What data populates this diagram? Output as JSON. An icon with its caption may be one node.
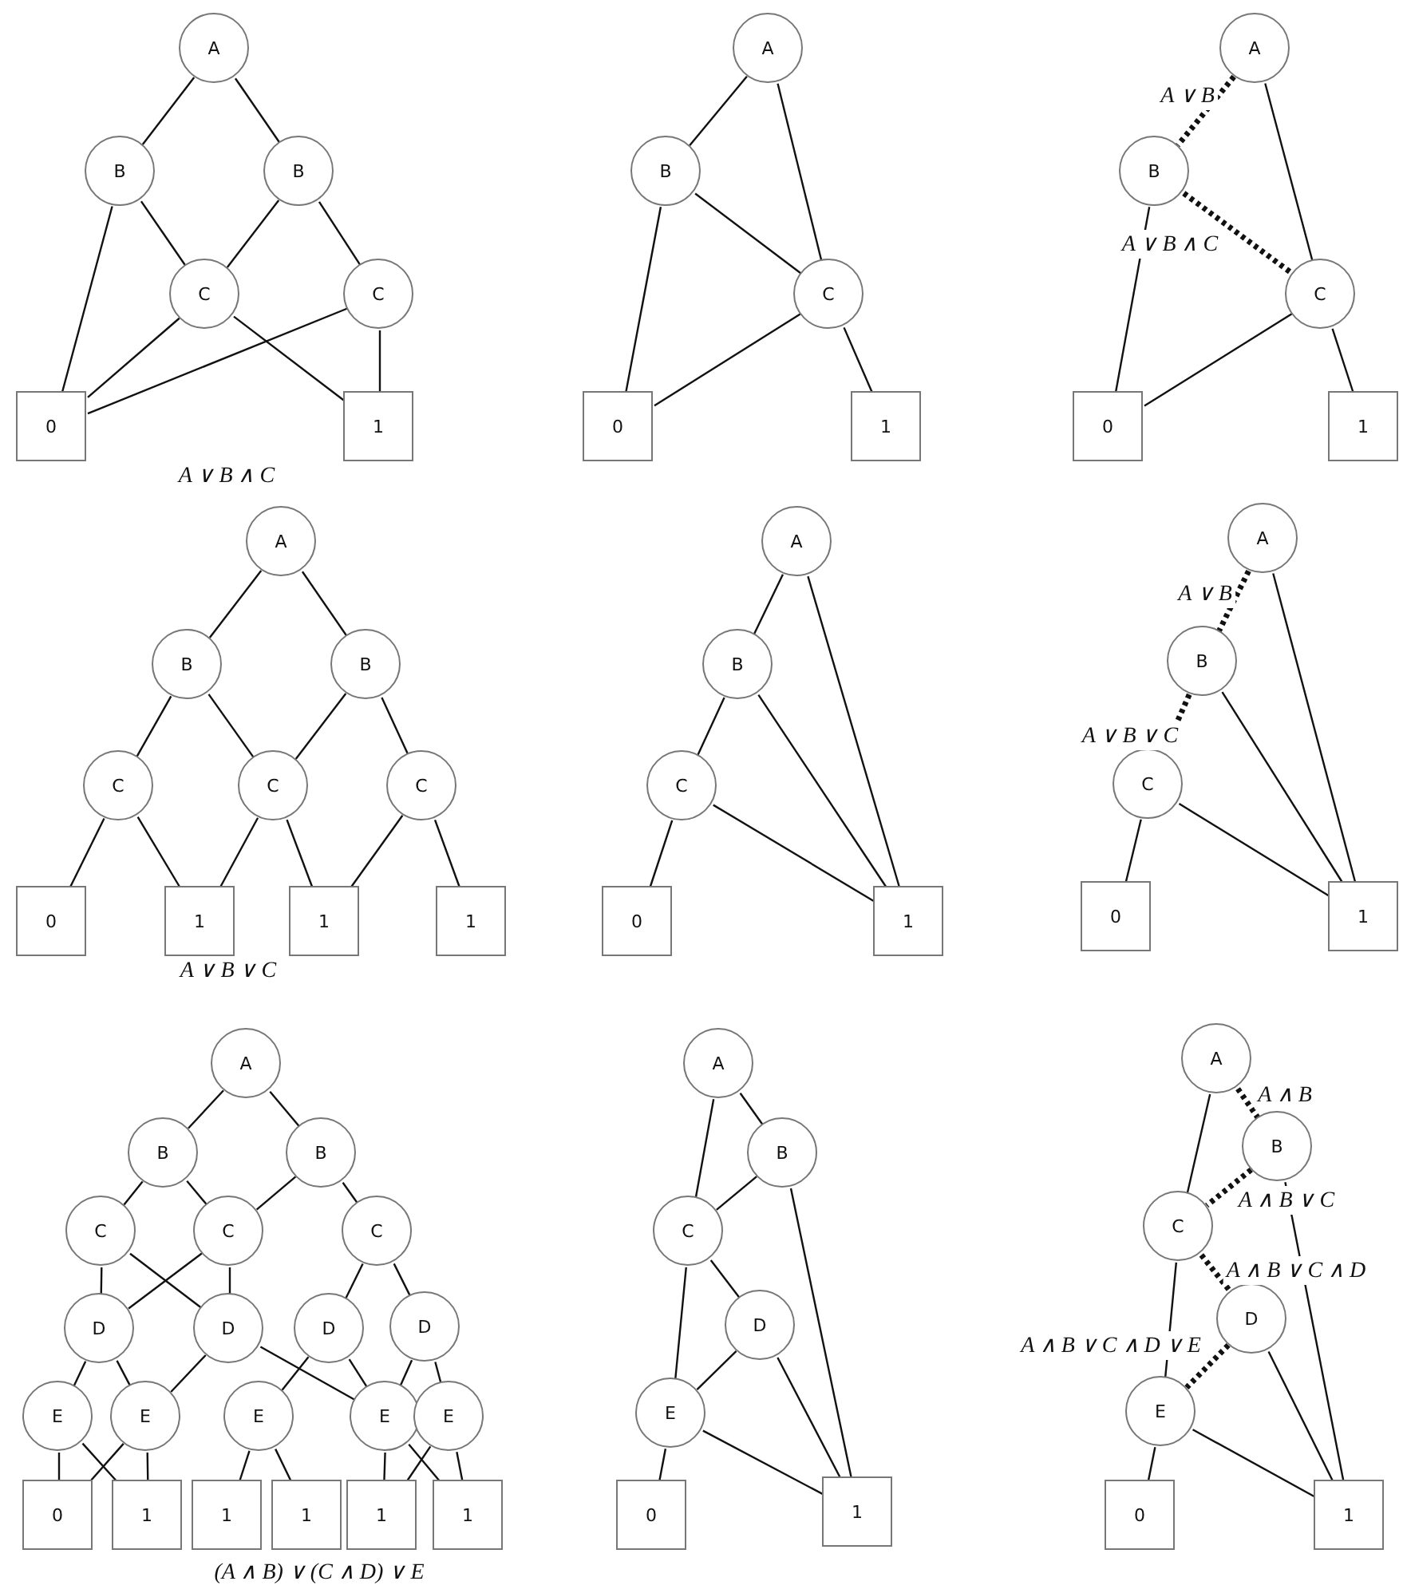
{
  "diagram": {
    "nodes": [
      {
        "text": [
          "A"
        ]
      },
      {
        "text": [
          "B"
        ]
      },
      {
        "text": [
          "B"
        ]
      },
      {
        "text": [
          "C"
        ]
      },
      {
        "text": [
          "C"
        ]
      },
      {
        "text": [
          "0"
        ]
      },
      {
        "text": [
          "1"
        ]
      },
      {
        "text": [
          "A"
        ]
      },
      {
        "text": [
          "B"
        ]
      },
      {
        "text": [
          "C"
        ]
      },
      {
        "text": [
          "0"
        ]
      },
      {
        "text": [
          "1"
        ]
      },
      {
        "text": [
          "A"
        ]
      },
      {
        "text": [
          "B"
        ]
      },
      {
        "text": [
          "C"
        ]
      },
      {
        "text": [
          "0"
        ]
      },
      {
        "text": [
          "1"
        ]
      },
      {
        "text": [
          "A"
        ]
      },
      {
        "text": [
          "B"
        ]
      },
      {
        "text": [
          "B"
        ]
      },
      {
        "text": [
          "C"
        ]
      },
      {
        "text": [
          "C"
        ]
      },
      {
        "text": [
          "C"
        ]
      },
      {
        "text": [
          "0"
        ]
      },
      {
        "text": [
          "1"
        ]
      },
      {
        "text": [
          "1"
        ]
      },
      {
        "text": [
          "1"
        ]
      },
      {
        "text": [
          "A"
        ]
      },
      {
        "text": [
          "B"
        ]
      },
      {
        "text": [
          "C"
        ]
      },
      {
        "text": [
          "0"
        ]
      },
      {
        "text": [
          "1"
        ]
      },
      {
        "text": [
          "A"
        ]
      },
      {
        "text": [
          "B"
        ]
      },
      {
        "text": [
          "C"
        ]
      },
      {
        "text": [
          "0"
        ]
      },
      {
        "text": [
          "1"
        ]
      },
      {
        "text": [
          "A"
        ]
      },
      {
        "text": [
          "B"
        ]
      },
      {
        "text": [
          "B"
        ]
      },
      {
        "text": [
          "C"
        ]
      },
      {
        "text": [
          "C"
        ]
      },
      {
        "text": [
          "C"
        ]
      },
      {
        "text": [
          "D"
        ]
      },
      {
        "text": [
          "D"
        ]
      },
      {
        "text": [
          "D"
        ]
      },
      {
        "text": [
          "D"
        ]
      },
      {
        "text": [
          "E"
        ]
      },
      {
        "text": [
          "E"
        ]
      },
      {
        "text": [
          "E"
        ]
      },
      {
        "text": [
          "E"
        ]
      },
      {
        "text": [
          "E"
        ]
      },
      {
        "text": [
          "0"
        ]
      },
      {
        "text": [
          "1"
        ]
      },
      {
        "text": [
          "1"
        ]
      },
      {
        "text": [
          "1"
        ]
      },
      {
        "text": [
          "1"
        ]
      },
      {
        "text": [
          "1"
        ]
      },
      {
        "text": [
          "A"
        ]
      },
      {
        "text": [
          "B"
        ]
      },
      {
        "text": [
          "C"
        ]
      },
      {
        "text": [
          "D"
        ]
      },
      {
        "text": [
          "E"
        ]
      },
      {
        "text": [
          "0"
        ]
      },
      {
        "text": [
          "1"
        ]
      },
      {
        "text": [
          "A"
        ]
      },
      {
        "text": [
          "B"
        ]
      },
      {
        "text": [
          "C"
        ]
      },
      {
        "text": [
          "D"
        ]
      },
      {
        "text": [
          "E"
        ]
      },
      {
        "text": [
          "0"
        ]
      },
      {
        "text": [
          "1"
        ]
      }
    ],
    "edges": [
      {
        "from": 0,
        "to": 1,
        "arrow": "none"
      },
      {
        "from": 0,
        "to": 2,
        "arrow": "none"
      },
      {
        "from": 1,
        "to": 5,
        "arrow": "none"
      },
      {
        "from": 1,
        "to": 3,
        "arrow": "none"
      },
      {
        "from": 2,
        "to": 3,
        "arrow": "none"
      },
      {
        "from": 2,
        "to": 4,
        "arrow": "none"
      },
      {
        "from": 3,
        "to": 5,
        "arrow": "none"
      },
      {
        "from": 3,
        "to": 6,
        "arrow": "none"
      },
      {
        "from": 4,
        "to": 5,
        "arrow": "none"
      },
      {
        "from": 4,
        "to": 6,
        "arrow": "none"
      },
      {
        "from": 7,
        "to": 8,
        "arrow": "none"
      },
      {
        "from": 7,
        "to": 9,
        "arrow": "none"
      },
      {
        "from": 8,
        "to": 10,
        "arrow": "none"
      },
      {
        "from": 8,
        "to": 9,
        "arrow": "none"
      },
      {
        "from": 9,
        "to": 10,
        "arrow": "none"
      },
      {
        "from": 9,
        "to": 11,
        "arrow": "none"
      },
      {
        "from": 12,
        "to": 13,
        "arrow": "none",
        "style": "dashed",
        "label": "A ∨ B"
      },
      {
        "from": 12,
        "to": 14,
        "arrow": "none"
      },
      {
        "from": 13,
        "to": 15,
        "arrow": "none"
      },
      {
        "from": 13,
        "to": 14,
        "arrow": "none",
        "style": "dashed",
        "label": "A ∨ B ∧ C"
      },
      {
        "from": 14,
        "to": 15,
        "arrow": "none"
      },
      {
        "from": 14,
        "to": 16,
        "arrow": "none"
      },
      {
        "from": 17,
        "to": 18,
        "arrow": "none"
      },
      {
        "from": 17,
        "to": 19,
        "arrow": "none"
      },
      {
        "from": 18,
        "to": 20,
        "arrow": "none"
      },
      {
        "from": 18,
        "to": 21,
        "arrow": "none"
      },
      {
        "from": 19,
        "to": 21,
        "arrow": "none"
      },
      {
        "from": 19,
        "to": 22,
        "arrow": "none"
      },
      {
        "from": 20,
        "to": 23,
        "arrow": "none"
      },
      {
        "from": 20,
        "to": 24,
        "arrow": "none"
      },
      {
        "from": 21,
        "to": 24,
        "arrow": "none"
      },
      {
        "from": 21,
        "to": 25,
        "arrow": "none"
      },
      {
        "from": 22,
        "to": 25,
        "arrow": "none"
      },
      {
        "from": 22,
        "to": 26,
        "arrow": "none"
      },
      {
        "from": 27,
        "to": 28,
        "arrow": "none"
      },
      {
        "from": 27,
        "to": 31,
        "arrow": "none"
      },
      {
        "from": 28,
        "to": 29,
        "arrow": "none"
      },
      {
        "from": 28,
        "to": 31,
        "arrow": "none"
      },
      {
        "from": 29,
        "to": 30,
        "arrow": "none"
      },
      {
        "from": 29,
        "to": 31,
        "arrow": "none"
      },
      {
        "from": 32,
        "to": 33,
        "arrow": "none",
        "style": "dashed",
        "label": "A ∨ B"
      },
      {
        "from": 32,
        "to": 36,
        "arrow": "none"
      },
      {
        "from": 33,
        "to": 34,
        "arrow": "none",
        "style": "dashed",
        "label": "A ∨ B ∨ C"
      },
      {
        "from": 33,
        "to": 36,
        "arrow": "none"
      },
      {
        "from": 34,
        "to": 35,
        "arrow": "none"
      },
      {
        "from": 34,
        "to": 36,
        "arrow": "none"
      },
      {
        "from": 37,
        "to": 38,
        "arrow": "none"
      },
      {
        "from": 37,
        "to": 39,
        "arrow": "none"
      },
      {
        "from": 38,
        "to": 40,
        "arrow": "none"
      },
      {
        "from": 38,
        "to": 41,
        "arrow": "none"
      },
      {
        "from": 39,
        "to": 41,
        "arrow": "none"
      },
      {
        "from": 39,
        "to": 42,
        "arrow": "none"
      },
      {
        "from": 40,
        "to": 43,
        "arrow": "none"
      },
      {
        "from": 40,
        "to": 44,
        "arrow": "none"
      },
      {
        "from": 41,
        "to": 43,
        "arrow": "none"
      },
      {
        "from": 41,
        "to": 44,
        "arrow": "none"
      },
      {
        "from": 42,
        "to": 45,
        "arrow": "none"
      },
      {
        "from": 42,
        "to": 46,
        "arrow": "none"
      },
      {
        "from": 43,
        "to": 47,
        "arrow": "none"
      },
      {
        "from": 43,
        "to": 48,
        "arrow": "none"
      },
      {
        "from": 44,
        "to": 48,
        "arrow": "none"
      },
      {
        "from": 44,
        "to": 50,
        "arrow": "none"
      },
      {
        "from": 45,
        "to": 49,
        "arrow": "none"
      },
      {
        "from": 45,
        "to": 50,
        "arrow": "none"
      },
      {
        "from": 46,
        "to": 50,
        "arrow": "none"
      },
      {
        "from": 46,
        "to": 51,
        "arrow": "none"
      },
      {
        "from": 47,
        "to": 52,
        "arrow": "none"
      },
      {
        "from": 47,
        "to": 53,
        "arrow": "none"
      },
      {
        "from": 48,
        "to": 52,
        "arrow": "none"
      },
      {
        "from": 48,
        "to": 53,
        "arrow": "none"
      },
      {
        "from": 49,
        "to": 54,
        "arrow": "none"
      },
      {
        "from": 49,
        "to": 55,
        "arrow": "none"
      },
      {
        "from": 50,
        "to": 56,
        "arrow": "none"
      },
      {
        "from": 50,
        "to": 57,
        "arrow": "none"
      },
      {
        "from": 51,
        "to": 56,
        "arrow": "none"
      },
      {
        "from": 51,
        "to": 57,
        "arrow": "none"
      },
      {
        "from": 58,
        "to": 59,
        "arrow": "none"
      },
      {
        "from": 58,
        "to": 60,
        "arrow": "none"
      },
      {
        "from": 59,
        "to": 60,
        "arrow": "none"
      },
      {
        "from": 59,
        "to": 64,
        "arrow": "none"
      },
      {
        "from": 60,
        "to": 61,
        "arrow": "none"
      },
      {
        "from": 60,
        "to": 62,
        "arrow": "none"
      },
      {
        "from": 61,
        "to": 62,
        "arrow": "none"
      },
      {
        "from": 61,
        "to": 64,
        "arrow": "none"
      },
      {
        "from": 62,
        "to": 63,
        "arrow": "none"
      },
      {
        "from": 62,
        "to": 64,
        "arrow": "none"
      },
      {
        "from": 65,
        "to": 66,
        "arrow": "none",
        "style": "dashed",
        "label": "A ∧ B"
      },
      {
        "from": 65,
        "to": 67,
        "arrow": "none"
      },
      {
        "from": 66,
        "to": 67,
        "arrow": "none",
        "style": "dashed",
        "label": "A ∧ B ∨ C"
      },
      {
        "from": 66,
        "to": 71,
        "arrow": "none"
      },
      {
        "from": 67,
        "to": 68,
        "arrow": "none",
        "style": "dashed",
        "label": "A ∧ B ∨ C ∧ D"
      },
      {
        "from": 67,
        "to": 69,
        "arrow": "none"
      },
      {
        "from": 68,
        "to": 69,
        "arrow": "none",
        "style": "dashed",
        "label": "A ∧ B ∨ C ∧ D ∨ E"
      },
      {
        "from": 68,
        "to": 71,
        "arrow": "none"
      },
      {
        "from": 69,
        "to": 70,
        "arrow": "none"
      },
      {
        "from": 69,
        "to": 71,
        "arrow": "none"
      }
    ],
    "labels": [
      "A ∨ B ∧ C",
      "A ∨ B ∨ C",
      "(A ∧ B) ∨ (C ∧ D) ∨ E"
    ]
  }
}
